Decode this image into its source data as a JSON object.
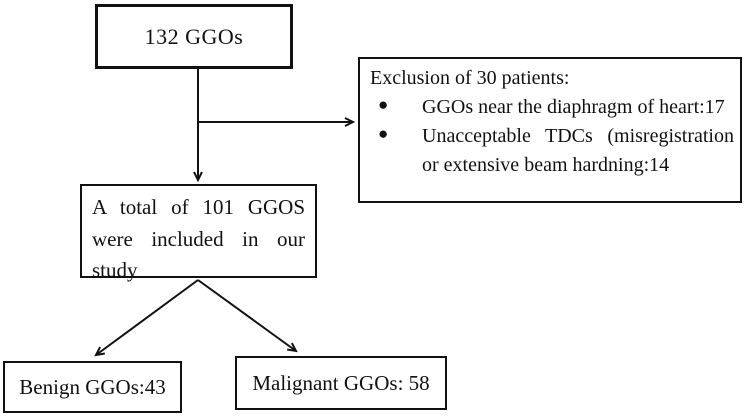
{
  "diagram": {
    "type": "flowchart",
    "nodes": {
      "total": {
        "label": "132 GGOs"
      },
      "exclusion": {
        "title": "Exclusion of 30 patients:",
        "bullet_glyph": "●",
        "bullets": [
          "GGOs near the diaphragm of heart:17",
          "Unacceptable TDCs (misregistration or extensive beam hardning:14"
        ]
      },
      "included": {
        "label": "A total of 101 GGOS were included in our study"
      },
      "benign": {
        "label": "Benign GGOs:43"
      },
      "malignant": {
        "label": "Malignant GGOs: 58"
      }
    },
    "edges": [
      {
        "from": "total",
        "to": "included",
        "style": "arrow"
      },
      {
        "from": "total",
        "to": "exclusion",
        "style": "arrow"
      },
      {
        "from": "included",
        "to": "benign",
        "style": "arrow"
      },
      {
        "from": "included",
        "to": "malignant",
        "style": "arrow"
      }
    ],
    "colors": {
      "border": "#111111",
      "text": "#111111",
      "arrow": "#111111",
      "background": "#ffffff"
    }
  }
}
